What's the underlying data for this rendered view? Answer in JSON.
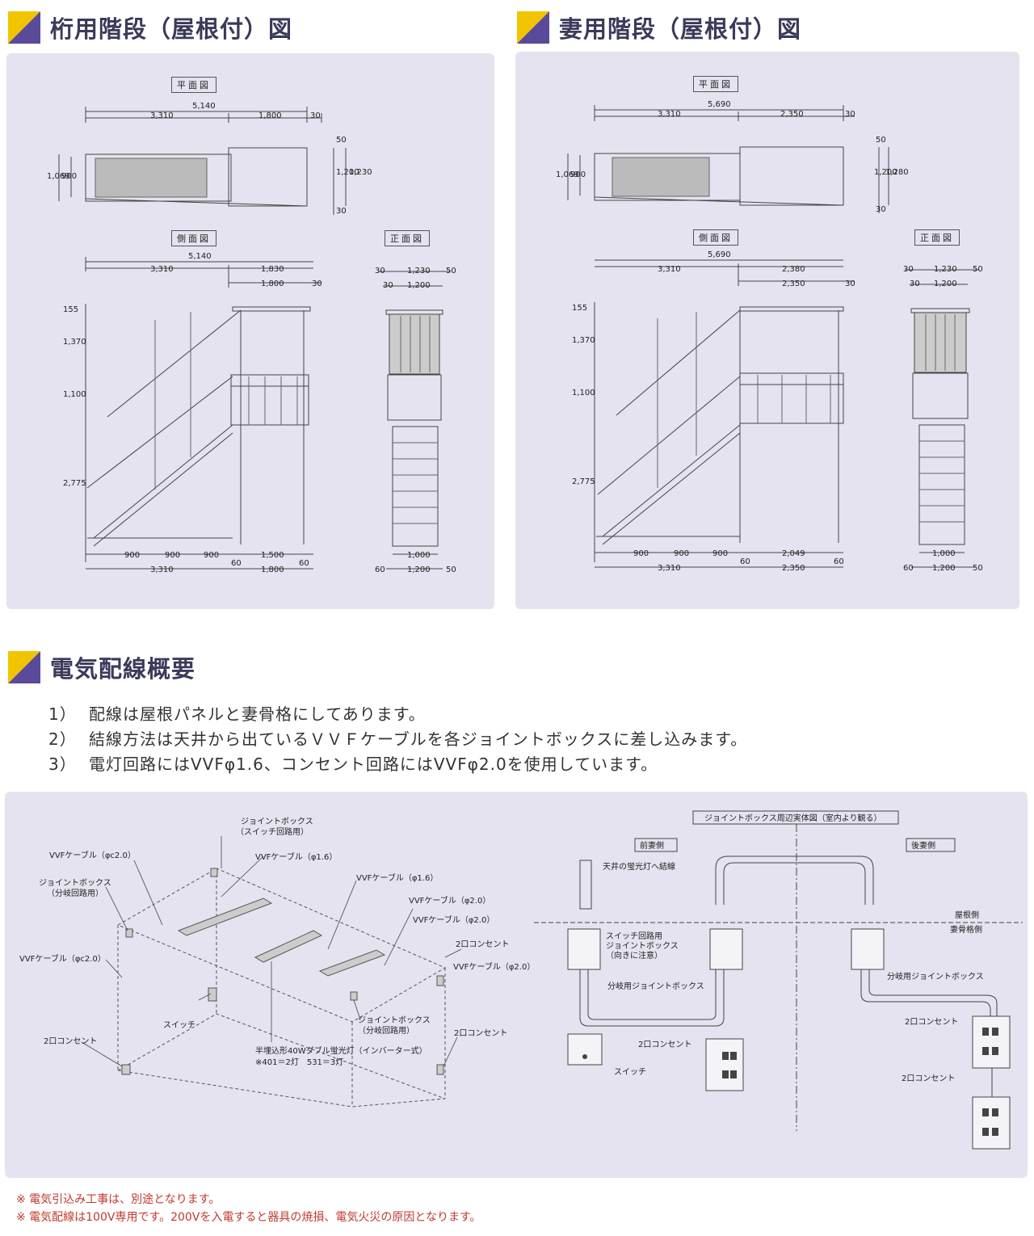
{
  "colors": {
    "accent_yellow": "#f2c400",
    "accent_purple": "#5b4a9a",
    "panel_bg": "#e4e3ef",
    "warning": "#c0392b"
  },
  "section1": {
    "title": "桁用階段（屋根付）図",
    "plan_tag": "平面図",
    "side_tag": "側面図",
    "front_tag": "正面図",
    "plan_dims": {
      "total": "5,140",
      "a": "3,310",
      "b": "1,800",
      "c": "30",
      "h1": "1,069",
      "h2": "900",
      "v1": "50",
      "v2": "1,200",
      "v3": "1,230",
      "v4": "30"
    },
    "side_dims": {
      "total": "5,140",
      "a": "3,310",
      "b": "1,830",
      "c": "1,800",
      "d": "30",
      "h1": "155",
      "h2": "1,370",
      "h3": "1,100",
      "h4": "2,775",
      "b1": "900",
      "b2": "900",
      "b3": "900",
      "b4": "60",
      "b5": "1,500",
      "b6": "60",
      "b7": "3,310",
      "b8": "1,800"
    },
    "front_dims": {
      "t1": "30",
      "t2": "1,230",
      "t3": "50",
      "t4": "30",
      "t5": "1,200",
      "b1": "1,000",
      "b2": "60",
      "b3": "1,200",
      "b4": "50"
    }
  },
  "section2": {
    "title": "妻用階段（屋根付）図",
    "plan_tag": "平面図",
    "side_tag": "側面図",
    "front_tag": "正面図",
    "plan_dims": {
      "total": "5,690",
      "a": "3,310",
      "b": "2,350",
      "c": "30",
      "h1": "1,069",
      "h2": "900",
      "v1": "50",
      "v2": "1,200",
      "v3": "1,280",
      "v4": "30"
    },
    "side_dims": {
      "total": "5,690",
      "a": "3,310",
      "b": "2,380",
      "c": "2,350",
      "d": "30",
      "h1": "155",
      "h2": "1,370",
      "h3": "1,100",
      "h4": "2,775",
      "b1": "900",
      "b2": "900",
      "b3": "900",
      "b4": "60",
      "b5": "2,049",
      "b6": "60",
      "b7": "3,310",
      "b8": "2,350"
    },
    "front_dims": {
      "t1": "30",
      "t2": "1,230",
      "t3": "50",
      "t4": "30",
      "t5": "1,200",
      "b1": "1,000",
      "b2": "60",
      "b3": "1,200",
      "b4": "50"
    }
  },
  "section3": {
    "title": "電気配線概要",
    "notes": [
      {
        "num": "1）",
        "text": "配線は屋根パネルと妻骨格にしてあります。"
      },
      {
        "num": "2）",
        "text": "結線方法は天井から出ているＶＶＦケーブルを各ジョイントボックスに差し込みます。"
      },
      {
        "num": "3）",
        "text": "電灯回路にはVVFφ1.6、コンセント回路にはVVFφ2.0を使用しています。"
      }
    ],
    "left_labels": {
      "jb_switch": "ジョイントボックス",
      "jb_switch2": "（スイッチ回路用）",
      "vvf_c20_a": "VVFケーブル（φc2.0）",
      "vvf_16_a": "VVFケーブル（φ1.6）",
      "jb_branch": "ジョイントボックス",
      "jb_branch2": "（分岐回路用）",
      "vvf_16_b": "VVFケーブル（φ1.6）",
      "vvf_20_a": "VVFケーブル（φ2.0）",
      "vvf_20_b": "VVFケーブル（φ2.0）",
      "vvf_c20_b": "VVFケーブル（φc2.0）",
      "outlet_a": "2口コンセント",
      "vvf_20_c": "VVFケーブル（φ2.0）",
      "switch": "スイッチ",
      "jb_branch_b": "ジョイントボックス",
      "jb_branch_b2": "（分岐回路用）",
      "outlet_b": "2口コンセント",
      "outlet_c": "2口コンセント",
      "light": "半埋込形40Wダブル蛍光灯（インバーター式）",
      "light2": "※401＝2灯　531＝3灯"
    },
    "right_labels": {
      "title": "ジョイントボックス周辺実体図（室内より観る）",
      "front": "前妻側",
      "rear": "後妻側",
      "ceiling": "天井の蛍光灯へ結線",
      "roof_side": "屋根側",
      "frame_side": "妻骨格側",
      "sw_jb": "スイッチ回路用",
      "sw_jb2": "ジョイントボックス",
      "sw_jb3": "（向きに注意）",
      "branch_jb": "分岐用ジョイントボックス",
      "branch_jb_r": "分岐用ジョイントボックス",
      "outlet_mid": "2口コンセント",
      "switch": "スイッチ",
      "outlet_r1": "2口コンセント",
      "outlet_r2": "2口コンセント"
    }
  },
  "warnings": [
    "※ 電気引込み工事は、別途となります。",
    "※ 電気配線は100V専用です。200Vを入電すると器具の焼損、電気火災の原因となります。"
  ]
}
